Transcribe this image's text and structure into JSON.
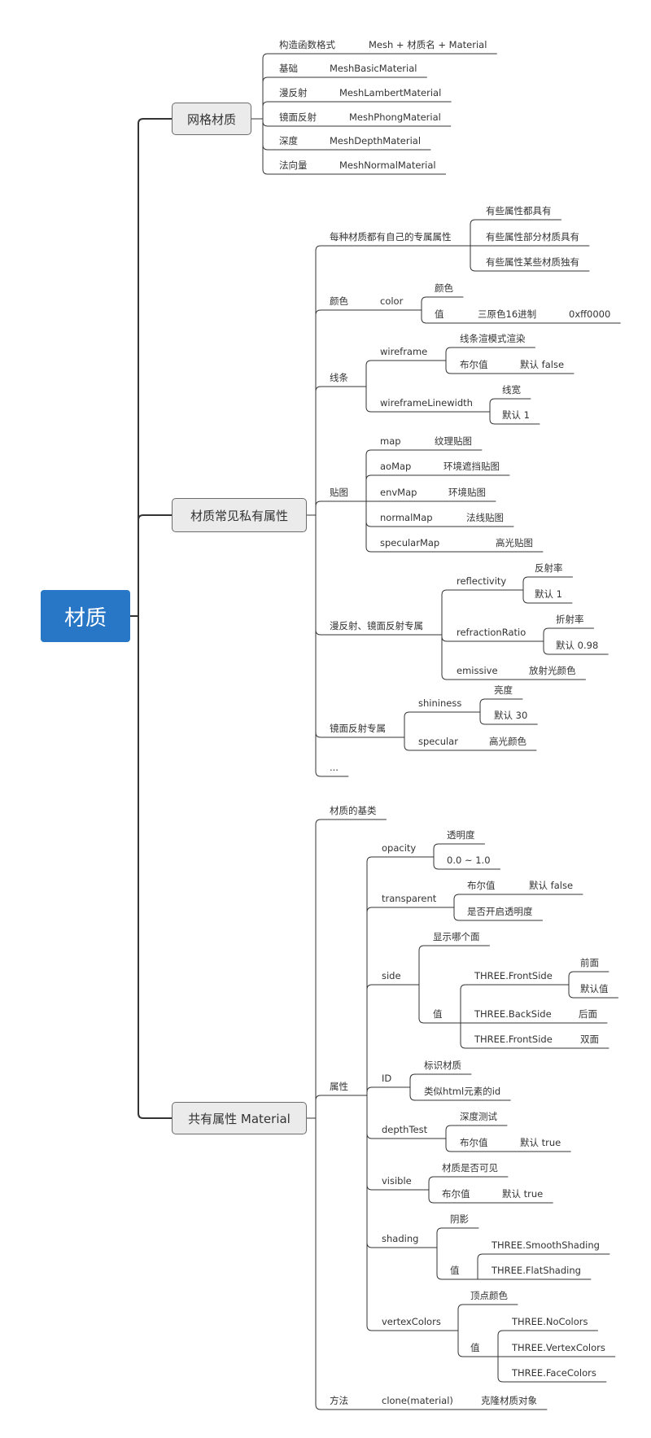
{
  "root": "材质",
  "nodes": [
    {
      "id": "mesh",
      "label": "网格材质",
      "parent": "root"
    },
    {
      "id": "m1",
      "label": "构造函数格式",
      "parent": "mesh"
    },
    {
      "id": "m1v",
      "label": "Mesh + 材质名 + Material",
      "parent": "m1"
    },
    {
      "id": "m2",
      "label": "基础",
      "parent": "mesh"
    },
    {
      "id": "m2v",
      "label": "MeshBasicMaterial",
      "parent": "m2"
    },
    {
      "id": "m3",
      "label": "漫反射",
      "parent": "mesh"
    },
    {
      "id": "m3v",
      "label": "MeshLambertMaterial",
      "parent": "m3"
    },
    {
      "id": "m4",
      "label": "镜面反射",
      "parent": "mesh"
    },
    {
      "id": "m4v",
      "label": "MeshPhongMaterial",
      "parent": "m4"
    },
    {
      "id": "m5",
      "label": "深度",
      "parent": "mesh"
    },
    {
      "id": "m5v",
      "label": "MeshDepthMaterial",
      "parent": "m5"
    },
    {
      "id": "m6",
      "label": "法向量",
      "parent": "mesh"
    },
    {
      "id": "m6v",
      "label": "MeshNormalMaterial",
      "parent": "m6"
    },
    {
      "id": "priv",
      "label": "材质常见私有属性",
      "parent": "root"
    },
    {
      "id": "p1",
      "label": "每种材质都有自己的专属属性",
      "parent": "priv"
    },
    {
      "id": "p1a",
      "label": "有些属性都具有",
      "parent": "p1"
    },
    {
      "id": "p1b",
      "label": "有些属性部分材质具有",
      "parent": "p1"
    },
    {
      "id": "p1c",
      "label": "有些属性某些材质独有",
      "parent": "p1"
    },
    {
      "id": "p2",
      "label": "颜色",
      "parent": "priv"
    },
    {
      "id": "p2a",
      "label": "color",
      "parent": "p2"
    },
    {
      "id": "p2a1",
      "label": "颜色",
      "parent": "p2a"
    },
    {
      "id": "p2a2",
      "label": "值",
      "parent": "p2a"
    },
    {
      "id": "p2a2a",
      "label": "三原色16进制",
      "parent": "p2a2"
    },
    {
      "id": "p2a2b",
      "label": "0xff0000",
      "parent": "p2a2a"
    },
    {
      "id": "p3",
      "label": "线条",
      "parent": "priv"
    },
    {
      "id": "p3a",
      "label": "wireframe",
      "parent": "p3"
    },
    {
      "id": "p3a1",
      "label": "线条渲模式渲染",
      "parent": "p3a"
    },
    {
      "id": "p3a2",
      "label": "布尔值",
      "parent": "p3a"
    },
    {
      "id": "p3a2a",
      "label": "默认 false",
      "parent": "p3a2"
    },
    {
      "id": "p3b",
      "label": "wireframeLinewidth",
      "parent": "p3"
    },
    {
      "id": "p3b1",
      "label": "线宽",
      "parent": "p3b"
    },
    {
      "id": "p3b2",
      "label": "默认 1",
      "parent": "p3b"
    },
    {
      "id": "p4",
      "label": "贴图",
      "parent": "priv"
    },
    {
      "id": "p4a",
      "label": "map",
      "parent": "p4"
    },
    {
      "id": "p4av",
      "label": "纹理贴图",
      "parent": "p4a"
    },
    {
      "id": "p4b",
      "label": "aoMap",
      "parent": "p4"
    },
    {
      "id": "p4bv",
      "label": "环境遮挡贴图",
      "parent": "p4b"
    },
    {
      "id": "p4c",
      "label": "envMap",
      "parent": "p4"
    },
    {
      "id": "p4cv",
      "label": "环境贴图",
      "parent": "p4c"
    },
    {
      "id": "p4d",
      "label": "normalMap",
      "parent": "p4"
    },
    {
      "id": "p4dv",
      "label": "法线贴图",
      "parent": "p4d"
    },
    {
      "id": "p4e",
      "label": "specularMap",
      "parent": "p4"
    },
    {
      "id": "p4ev",
      "label": "高光贴图",
      "parent": "p4e"
    },
    {
      "id": "p5",
      "label": "漫反射、镜面反射专属",
      "parent": "priv"
    },
    {
      "id": "p5a",
      "label": "reflectivity",
      "parent": "p5"
    },
    {
      "id": "p5a1",
      "label": "反射率",
      "parent": "p5a"
    },
    {
      "id": "p5a2",
      "label": "默认 1",
      "parent": "p5a"
    },
    {
      "id": "p5b",
      "label": "refractionRatio",
      "parent": "p5"
    },
    {
      "id": "p5b1",
      "label": "折射率",
      "parent": "p5b"
    },
    {
      "id": "p5b2",
      "label": "默认 0.98",
      "parent": "p5b"
    },
    {
      "id": "p5c",
      "label": "emissive",
      "parent": "p5"
    },
    {
      "id": "p5cv",
      "label": "放射光颜色",
      "parent": "p5c"
    },
    {
      "id": "p6",
      "label": "镜面反射专属",
      "parent": "priv"
    },
    {
      "id": "p6a",
      "label": "shininess",
      "parent": "p6"
    },
    {
      "id": "p6a1",
      "label": "亮度",
      "parent": "p6a"
    },
    {
      "id": "p6a2",
      "label": "默认 30",
      "parent": "p6a"
    },
    {
      "id": "p6b",
      "label": "specular",
      "parent": "p6"
    },
    {
      "id": "p6bv",
      "label": "高光颜色",
      "parent": "p6b"
    },
    {
      "id": "p7",
      "label": "...",
      "parent": "priv"
    },
    {
      "id": "pub",
      "label": "共有属性 Material",
      "parent": "root"
    },
    {
      "id": "c1",
      "label": "材质的基类",
      "parent": "pub"
    },
    {
      "id": "c2",
      "label": "属性",
      "parent": "pub"
    },
    {
      "id": "a1",
      "label": "opacity",
      "parent": "c2"
    },
    {
      "id": "a1a",
      "label": "透明度",
      "parent": "a1"
    },
    {
      "id": "a1b",
      "label": "0.0 ~ 1.0",
      "parent": "a1"
    },
    {
      "id": "a2",
      "label": "transparent",
      "parent": "c2"
    },
    {
      "id": "a2a",
      "label": "布尔值",
      "parent": "a2"
    },
    {
      "id": "a2a1",
      "label": "默认 false",
      "parent": "a2a"
    },
    {
      "id": "a2b",
      "label": "是否开启透明度",
      "parent": "a2"
    },
    {
      "id": "a3",
      "label": "side",
      "parent": "c2"
    },
    {
      "id": "a3a",
      "label": "显示哪个面",
      "parent": "a3"
    },
    {
      "id": "a3b",
      "label": "值",
      "parent": "a3"
    },
    {
      "id": "a3b1",
      "label": "THREE.FrontSide",
      "parent": "a3b"
    },
    {
      "id": "a3b1a",
      "label": "前面",
      "parent": "a3b1"
    },
    {
      "id": "a3b1b",
      "label": "默认值",
      "parent": "a3b1"
    },
    {
      "id": "a3b2",
      "label": "THREE.BackSide",
      "parent": "a3b"
    },
    {
      "id": "a3b2a",
      "label": "后面",
      "parent": "a3b2"
    },
    {
      "id": "a3b3",
      "label": "THREE.FrontSide",
      "parent": "a3b"
    },
    {
      "id": "a3b3a",
      "label": "双面",
      "parent": "a3b3"
    },
    {
      "id": "a4",
      "label": "ID",
      "parent": "c2"
    },
    {
      "id": "a4a",
      "label": "标识材质",
      "parent": "a4"
    },
    {
      "id": "a4b",
      "label": "类似html元素的id",
      "parent": "a4"
    },
    {
      "id": "a5",
      "label": "depthTest",
      "parent": "c2"
    },
    {
      "id": "a5a",
      "label": "深度测试",
      "parent": "a5"
    },
    {
      "id": "a5b",
      "label": "布尔值",
      "parent": "a5"
    },
    {
      "id": "a5b1",
      "label": "默认 true",
      "parent": "a5b"
    },
    {
      "id": "a6",
      "label": "visible",
      "parent": "c2"
    },
    {
      "id": "a6a",
      "label": "材质是否可见",
      "parent": "a6"
    },
    {
      "id": "a6b",
      "label": "布尔值",
      "parent": "a6"
    },
    {
      "id": "a6b1",
      "label": "默认 true",
      "parent": "a6b"
    },
    {
      "id": "a7",
      "label": "shading",
      "parent": "c2"
    },
    {
      "id": "a7a",
      "label": "阴影",
      "parent": "a7"
    },
    {
      "id": "a7b",
      "label": "值",
      "parent": "a7"
    },
    {
      "id": "a7b1",
      "label": "THREE.SmoothShading",
      "parent": "a7b"
    },
    {
      "id": "a7b2",
      "label": "THREE.FlatShading",
      "parent": "a7b"
    },
    {
      "id": "a8",
      "label": "vertexColors",
      "parent": "c2"
    },
    {
      "id": "a8a",
      "label": "顶点颜色",
      "parent": "a8"
    },
    {
      "id": "a8b",
      "label": "值",
      "parent": "a8"
    },
    {
      "id": "a8b1",
      "label": "THREE.NoColors",
      "parent": "a8b"
    },
    {
      "id": "a8b2",
      "label": "THREE.VertexColors",
      "parent": "a8b"
    },
    {
      "id": "a8b3",
      "label": "THREE.FaceColors",
      "parent": "a8b"
    },
    {
      "id": "c3",
      "label": "方法",
      "parent": "pub"
    },
    {
      "id": "c3a",
      "label": "clone(material)",
      "parent": "c3"
    },
    {
      "id": "c3a1",
      "label": "克隆材质对象",
      "parent": "c3a"
    }
  ],
  "colors": {
    "root_fill": "#2876c6",
    "branch_fill": "#ebebeb",
    "line": "#333333"
  }
}
